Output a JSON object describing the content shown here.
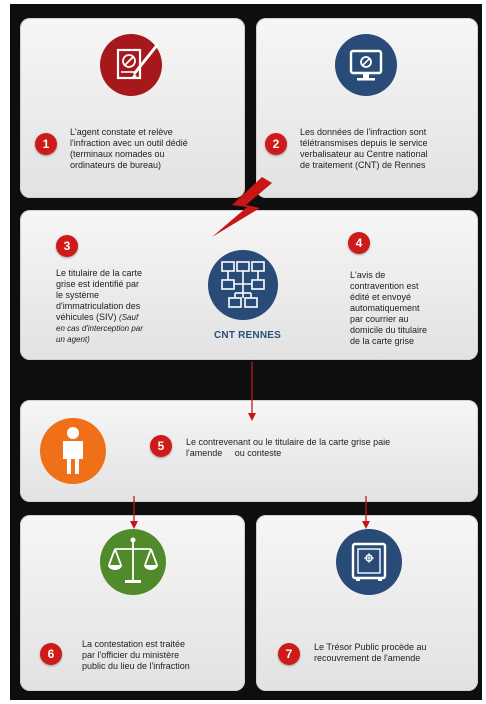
{
  "colors": {
    "background": "#0e0e0e",
    "card": "#eeeeee",
    "number_badge": "#cf1a1a",
    "arrow": "#c81515",
    "icon_red": "#a6181b",
    "icon_blue": "#294b78",
    "icon_orange": "#ef7018",
    "icon_green": "#4f8a2b",
    "cnt_label": "#2a4f7c"
  },
  "steps": [
    {
      "number": "1",
      "icon": "ticket-pen-icon",
      "lines": [
        "L'agent constate et relève",
        "l'infraction avec un outil dédié",
        "(terminaux nomades ou",
        "ordinateurs de bureau)"
      ]
    },
    {
      "number": "2",
      "icon": "computer-monitor-icon",
      "lines": [
        "Les données de l'infraction sont",
        "télétransmises depuis le service",
        "verbalisateur au Centre national",
        "de traitement (CNT) de Rennes"
      ]
    },
    {
      "number": "3",
      "icon": "",
      "lines": [
        "Le titulaire de la carte",
        "grise est identifié par",
        "le système",
        "d'immatriculation des",
        "véhicules (SIV)"
      ],
      "note_lines": [
        "(Sauf",
        "en cas d'interception par",
        "un agent)"
      ]
    },
    {
      "number": "4",
      "icon": "",
      "lines": [
        "L'avis de",
        "contravention est",
        "édité et envoyé",
        "automatiquement",
        "par courrier au",
        "domicile du titulaire",
        "de la carte grise"
      ]
    },
    {
      "number": "5",
      "icon": "person-icon",
      "lines": [
        "Le contrevenant ou le titulaire de la carte grise paie",
        "l'amende     ou conteste"
      ]
    },
    {
      "number": "6",
      "icon": "justice-scales-icon",
      "lines": [
        "La contestation est traitée",
        "par l'officier du ministère",
        "public du lieu de l'infraction"
      ]
    },
    {
      "number": "7",
      "icon": "safe-icon",
      "lines": [
        "Le Trésor Public procède au",
        "recouvrement de l'amende"
      ]
    }
  ],
  "center": {
    "label": "CNT RENNES",
    "icon": "network-computers-icon"
  }
}
